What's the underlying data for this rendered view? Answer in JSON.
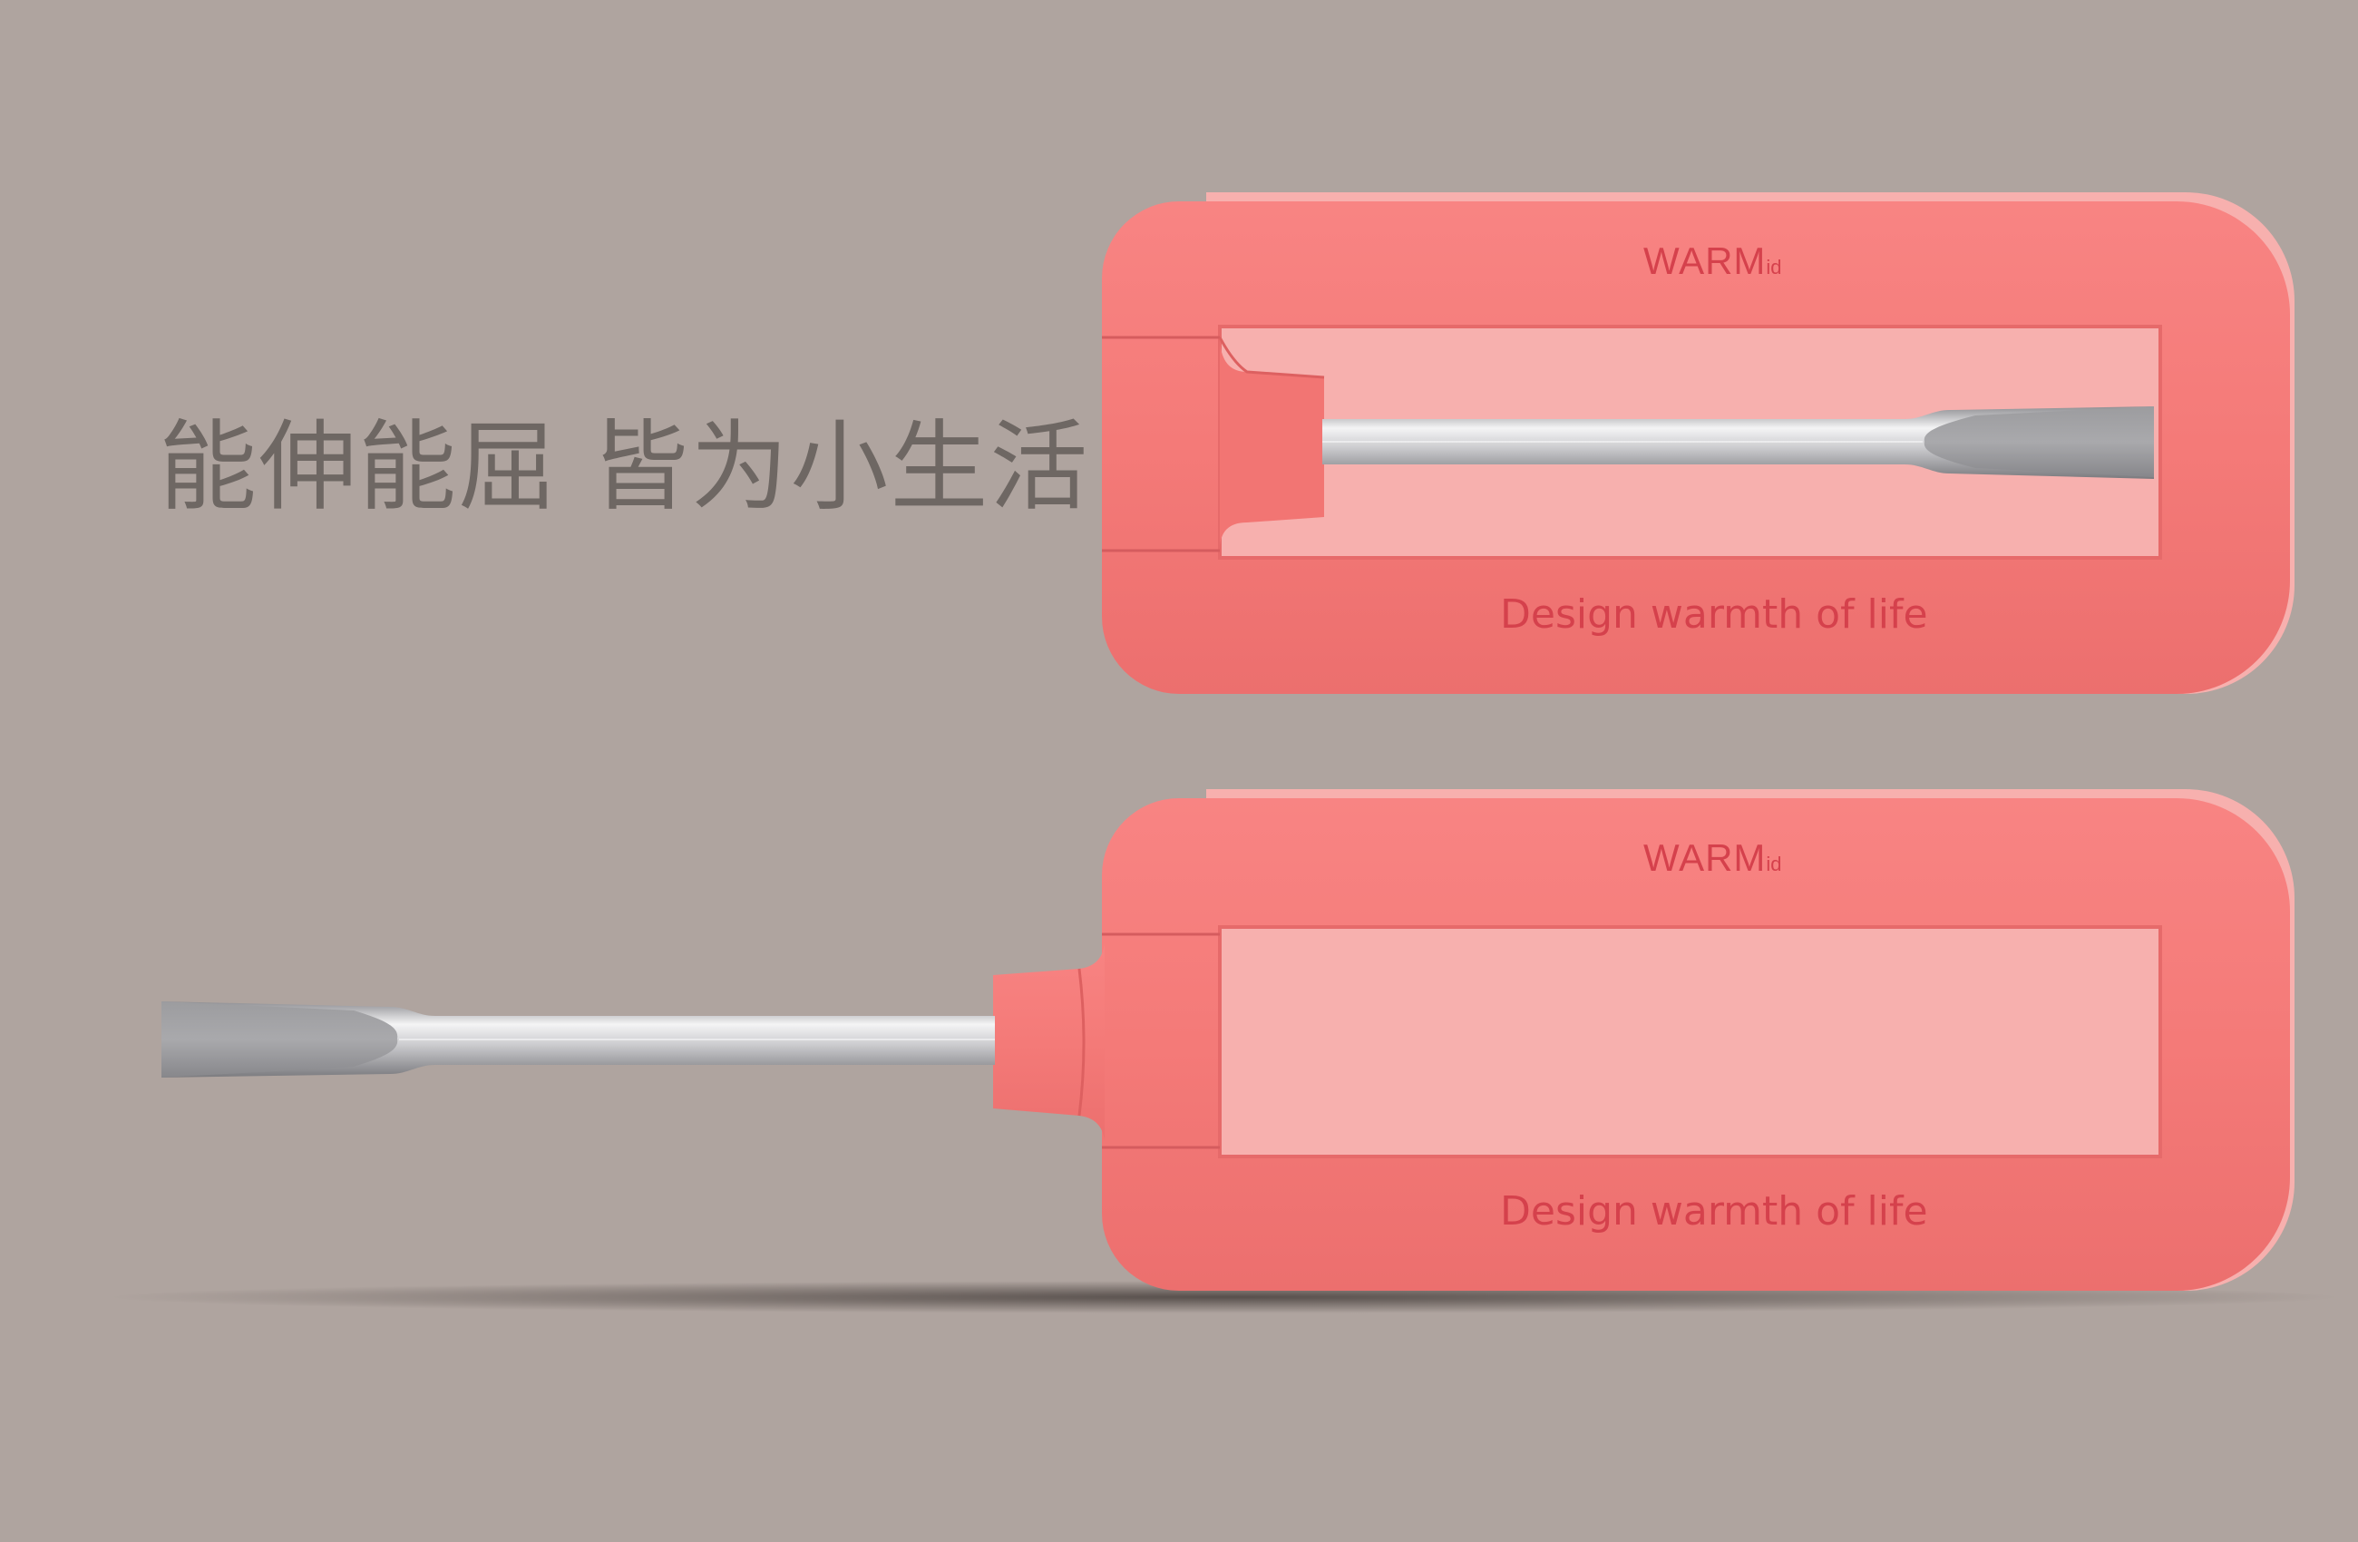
{
  "headline": "能伸能屈 皆为小生活",
  "products": [
    {
      "state": "folded",
      "brand": "WARM",
      "brand_suffix": "id",
      "tagline": "Design warmth of life"
    },
    {
      "state": "extended",
      "brand": "WARM",
      "brand_suffix": "id",
      "tagline": "Design warmth of life"
    }
  ],
  "colors": {
    "background": "#afa49f",
    "handle": "#f47a78",
    "handle_text": "#d5414c",
    "shaft": "#c7c7c9",
    "headline_text": "#6e6763"
  }
}
